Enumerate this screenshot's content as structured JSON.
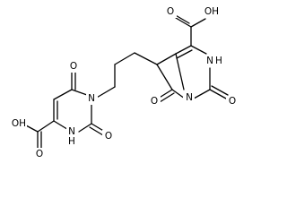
{
  "molecule": {
    "atom_labels": {
      "left_ring": {
        "carbonyl_o_top": "O",
        "n_top": "N",
        "nh_bottom": "H",
        "n_bottom": "N",
        "carbonyl_o_bottom": "O",
        "cooh_oh": "OH",
        "cooh_o": "O"
      },
      "right_ring": {
        "cooh_oh": "OH",
        "cooh_o": "O",
        "nh_n": "N",
        "nh_h": "H",
        "carbonyl_o_right": "O",
        "n_bridge": "N",
        "carbonyl_o_left": "O"
      }
    }
  }
}
